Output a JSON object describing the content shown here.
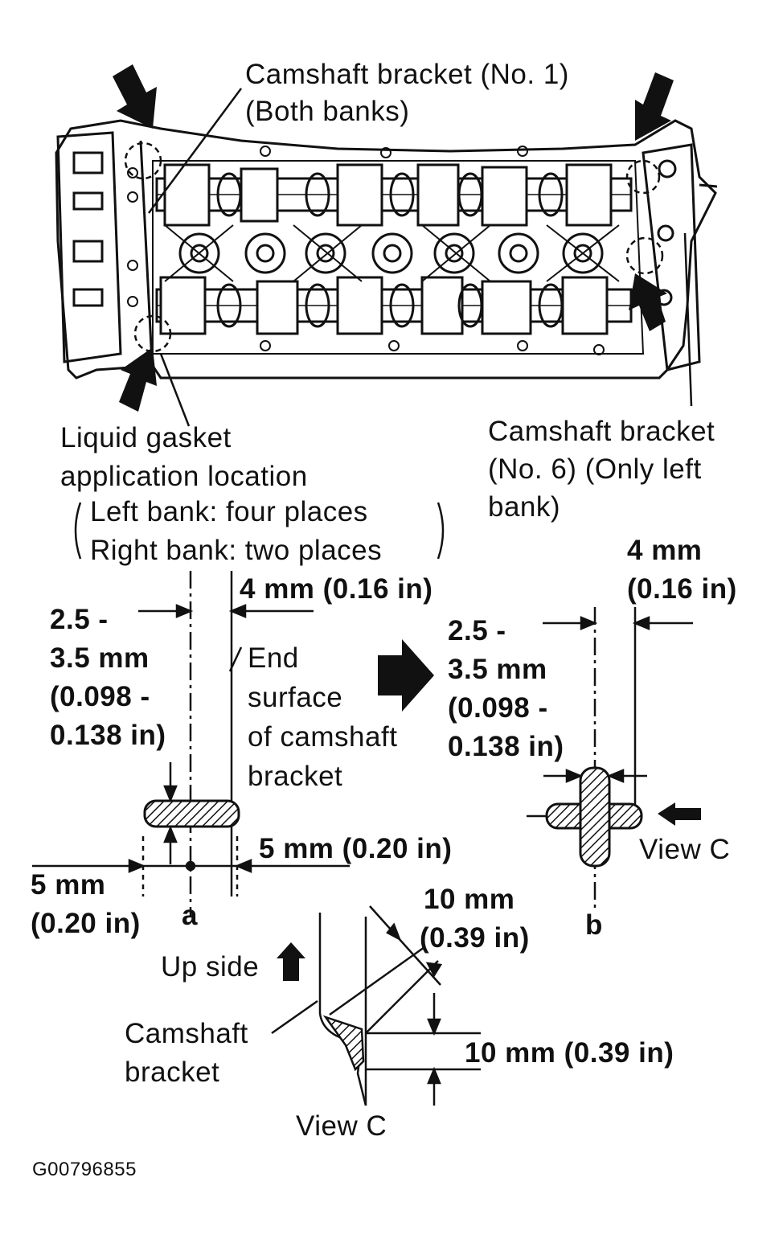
{
  "labels": {
    "bracket_no1_line1": "Camshaft bracket (No. 1)",
    "bracket_no1_line2": "(Both banks)",
    "gasket_line1": "Liquid gasket",
    "gasket_line2": "application location",
    "left_bank": "Left bank: four places",
    "right_bank": "Right bank: two places",
    "bracket_no6_line1": "Camshaft bracket",
    "bracket_no6_line2": "(No. 6)  (Only left",
    "bracket_no6_line3": "bank)",
    "dim_4mm_a": "4 mm (0.16 in)",
    "dim_bead_a_1": "2.5 -",
    "dim_bead_a_2": "3.5 mm",
    "dim_bead_a_3": "(0.098 -",
    "dim_bead_a_4": "0.138 in)",
    "end_surface_1": "End",
    "end_surface_2": "surface",
    "end_surface_3": "of camshaft",
    "end_surface_4": "bracket",
    "dim_5mm_right": "5 mm (0.20 in)",
    "dim_5mm_left_1": "5 mm",
    "dim_5mm_left_2": "(0.20 in)",
    "point_a": "a",
    "dim_4mm_b_1": "4 mm",
    "dim_4mm_b_2": "(0.16 in)",
    "dim_bead_b_1": "2.5 -",
    "dim_bead_b_2": "3.5 mm",
    "dim_bead_b_3": "(0.098 -",
    "dim_bead_b_4": "0.138 in)",
    "view_c_arrow": "View C",
    "point_b": "b",
    "dim_10mm_diag_1": "10 mm",
    "dim_10mm_diag_2": "(0.39 in)",
    "up_side": "Up side",
    "camshaft_bracket_1": "Camshaft",
    "camshaft_bracket_2": "bracket",
    "dim_10mm_vert": "10 mm (0.39 in)",
    "view_c_title": "View C",
    "figure_id": "G00796855"
  }
}
